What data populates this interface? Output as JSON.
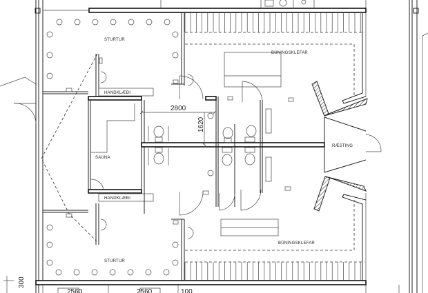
{
  "rooms": {
    "shower_top": "STURTUR",
    "shower_bottom": "STURTUR",
    "changing_top": "BÚNINGSKLEFAR",
    "changing_bottom": "BÚNINGSKLEFAR",
    "towel_top": "HANDKLÆÐI",
    "towel_bottom": "HANDKLÆÐI",
    "sauna": "SAUNA",
    "cleaning": "RÆSTING"
  },
  "dimensions": {
    "width_wc": "2800",
    "depth_wc": "1620",
    "wall_300": "300",
    "bottom_left": "2560",
    "bottom_mid": "2560",
    "bottom_right": "100"
  }
}
